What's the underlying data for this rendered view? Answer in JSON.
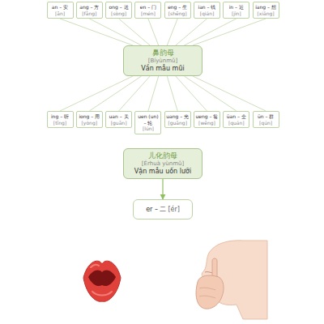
{
  "diagram": {
    "nodes": [
      {
        "text": [
          "an – 安",
          "[ān]"
        ]
      },
      {
        "text": [
          "ang – 方",
          "[fāng]"
        ]
      },
      {
        "text": [
          "ong – 送",
          "[sòng]"
        ]
      },
      {
        "text": [
          "en – 门",
          "[mén]"
        ]
      },
      {
        "text": [
          "eng – 生",
          "[shēng]"
        ]
      },
      {
        "text": [
          "ian – 钱",
          "[qián]"
        ]
      },
      {
        "text": [
          "in – 近",
          "[jìn]"
        ]
      },
      {
        "text": [
          "iang – 想",
          "[xiǎng]"
        ]
      },
      {
        "text": [
          "鼻韵母",
          "[Bíyùnmǔ]",
          "Vần mẫu mũi"
        ]
      },
      {
        "text": [
          "ing – 听",
          "[tīng]"
        ]
      },
      {
        "text": [
          "iong – 用",
          "[yòng]"
        ]
      },
      {
        "text": [
          "uan – 关",
          "[guān]"
        ]
      },
      {
        "text": [
          "uen (un) – 轮",
          "[lún]"
        ]
      },
      {
        "text": [
          "uang – 光",
          "[guāng]"
        ]
      },
      {
        "text": [
          "ueng – 翁",
          "[wēng]"
        ]
      },
      {
        "text": [
          "üan – 全",
          "[quán]"
        ]
      },
      {
        "text": [
          "ün – 群",
          "[qún]"
        ]
      },
      {
        "text": [
          "儿化韵母",
          "[Érhuà yùnmǔ]",
          "Vận mẫu uốn lưỡi"
        ]
      },
      {
        "text": [
          "er – 二",
          "[ér]"
        ]
      }
    ],
    "edges": [
      {
        "from": 0,
        "to": 8,
        "arrow": "none"
      },
      {
        "from": 1,
        "to": 8,
        "arrow": "none"
      },
      {
        "from": 2,
        "to": 8,
        "arrow": "none"
      },
      {
        "from": 3,
        "to": 8,
        "arrow": "none"
      },
      {
        "from": 4,
        "to": 8,
        "arrow": "none"
      },
      {
        "from": 5,
        "to": 8,
        "arrow": "none"
      },
      {
        "from": 6,
        "to": 8,
        "arrow": "none"
      },
      {
        "from": 7,
        "to": 8,
        "arrow": "none"
      },
      {
        "from": 8,
        "to": 9,
        "arrow": "none"
      },
      {
        "from": 8,
        "to": 10,
        "arrow": "none"
      },
      {
        "from": 8,
        "to": 11,
        "arrow": "none"
      },
      {
        "from": 8,
        "to": 12,
        "arrow": "none"
      },
      {
        "from": 8,
        "to": 13,
        "arrow": "none"
      },
      {
        "from": 8,
        "to": 14,
        "arrow": "none"
      },
      {
        "from": 8,
        "to": 15,
        "arrow": "none"
      },
      {
        "from": 8,
        "to": 16,
        "arrow": "none"
      },
      {
        "from": 17,
        "to": 18,
        "arrow": "to"
      }
    ]
  }
}
